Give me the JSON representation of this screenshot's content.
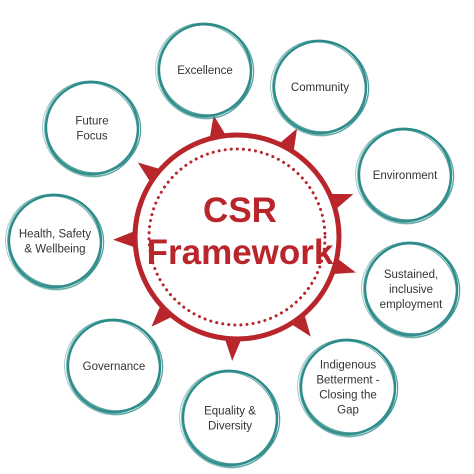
{
  "center": {
    "line1": "CSR",
    "line2": "Framework"
  },
  "nodes": [
    {
      "lines": [
        "Excellence"
      ]
    },
    {
      "lines": [
        "Community"
      ]
    },
    {
      "lines": [
        "Environment"
      ]
    },
    {
      "lines": [
        "Sustained,",
        "inclusive",
        "employment"
      ]
    },
    {
      "lines": [
        "Indigenous",
        "Betterment -",
        "Closing the",
        "Gap"
      ]
    },
    {
      "lines": [
        "Equality &",
        "Diversity"
      ]
    },
    {
      "lines": [
        "Governance"
      ]
    },
    {
      "lines": [
        "Health, Safety",
        "& Wellbeing"
      ]
    },
    {
      "lines": [
        "Future",
        "Focus"
      ]
    }
  ],
  "colors": {
    "hub": "#b8262c",
    "node_ring": "#2a8a87",
    "text": "#333333"
  }
}
